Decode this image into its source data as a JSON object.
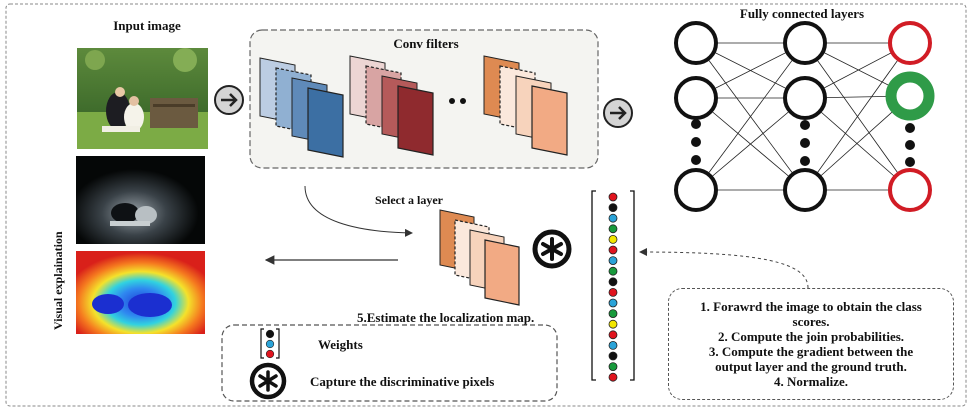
{
  "labels": {
    "input_image": "Input image",
    "visual_explanation": "Visual explaination",
    "conv_filters": "Conv filters",
    "fully_connected": "Fully connected layers",
    "select_layer": "Select a  layer",
    "estimate": "5.Estimate the localization map.",
    "weights": "Weights",
    "capture": "Capture the discriminative pixels"
  },
  "steps": [
    "1. Forawrd the image to obtain the class",
    "scores.",
    "2. Compute the join probabilities.",
    "3. Compute the gradient between the",
    "output layer and the ground truth.",
    "4. Normalize."
  ],
  "weight_dot_colors": [
    "#e0141e",
    "#111111",
    "#2aa3d8",
    "#189a3c",
    "#f2e600",
    "#e0141e",
    "#2aa3d8",
    "#189a3c",
    "#111111",
    "#e0141e",
    "#2aa3d8",
    "#189a3c",
    "#f2e600",
    "#e0141e",
    "#2aa3d8",
    "#111111",
    "#189a3c",
    "#e0141e"
  ],
  "legend_dot_colors": [
    "#111111",
    "#2aa3d8",
    "#e0141e"
  ],
  "colors": {
    "blue_filter": "#3c6fa3",
    "red_filter": "#8f2a2e",
    "orange_filter": "#de8a52",
    "peach_filter": "#f2aa84",
    "fc_red": "#d11c25",
    "fc_green": "#2f9b48"
  }
}
